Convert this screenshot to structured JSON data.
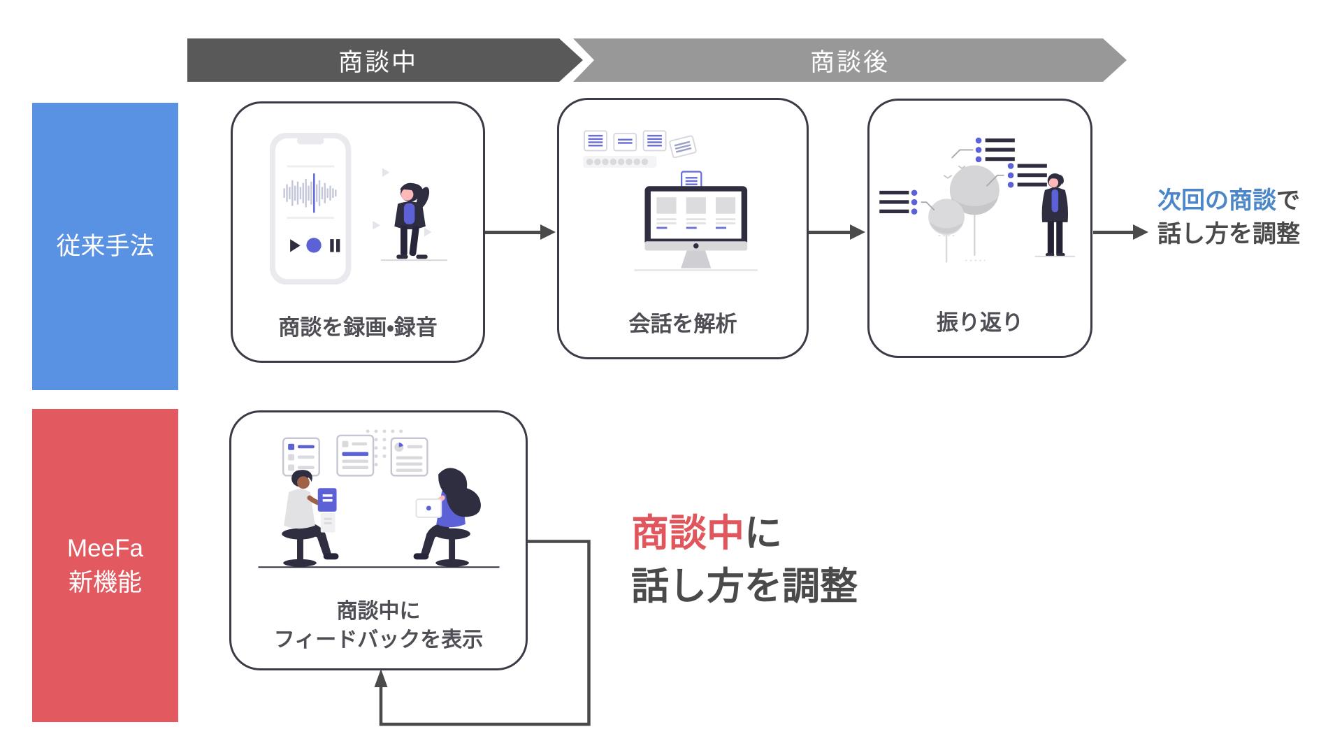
{
  "colors": {
    "band_dark": "#595959",
    "band_light": "#989898",
    "row_traditional_bg": "#5992e2",
    "row_meefa_bg": "#e2595f",
    "card_border": "#3b3a46",
    "caption_text": "#4e4e55",
    "arrow": "#4a4a4a",
    "highlight_blue": "#4a86c8",
    "highlight_red": "#e0565c",
    "illustration_indigo": "#5c62d6",
    "illustration_navy": "#2f2e41"
  },
  "timeline": {
    "during_label": "商談中",
    "after_label": "商談後"
  },
  "rows": {
    "traditional": {
      "label": "従来手法",
      "steps": [
        {
          "caption": "商談を録画・録音",
          "illustration": "phone-recording"
        },
        {
          "caption": "会話を解析",
          "illustration": "computer-analysis"
        },
        {
          "caption": "振り返り",
          "illustration": "review-person"
        }
      ],
      "outcome": {
        "highlight": "次回の商談",
        "rest_line1": "で",
        "line2": "話し方を調整"
      }
    },
    "meefa": {
      "label_line1": "MeeFa",
      "label_line2": "新機能",
      "steps": [
        {
          "caption_line1": "商談中に",
          "caption_line2": "フィードバックを表示",
          "illustration": "live-feedback-meeting"
        }
      ],
      "outcome": {
        "highlight": "商談中",
        "rest_line1": "に",
        "line2": "話し方を調整"
      }
    }
  }
}
